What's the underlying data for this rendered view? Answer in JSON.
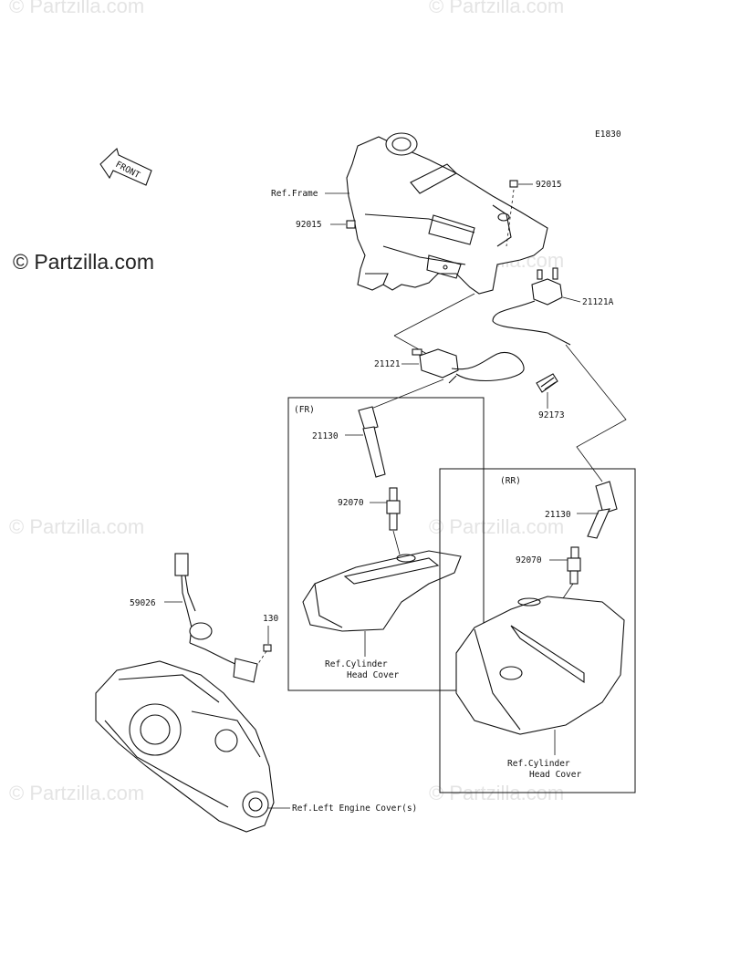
{
  "brand": {
    "text": "© Partzilla.com"
  },
  "watermark": "© Partzilla.com",
  "diagram_code": "E1830",
  "front_arrow_label": "FRONT",
  "groups": {
    "front": "(FR)",
    "rear": "(RR)"
  },
  "labels": {
    "ref_frame": "Ref.Frame",
    "p92015_top": "92015",
    "p92015_left": "92015",
    "p21121A": "21121A",
    "p21121": "21121",
    "p92173": "92173",
    "p21130_fr": "21130",
    "p92070_fr": "92070",
    "ref_cyl_fr_1": "Ref.Cylinder",
    "ref_cyl_fr_2": "Head Cover",
    "p21130_rr": "21130",
    "p92070_rr": "92070",
    "ref_cyl_rr_1": "Ref.Cylinder",
    "ref_cyl_rr_2": "Head Cover",
    "p59026": "59026",
    "p130": "130",
    "ref_engine_cover": "Ref.Left Engine Cover(s)"
  }
}
